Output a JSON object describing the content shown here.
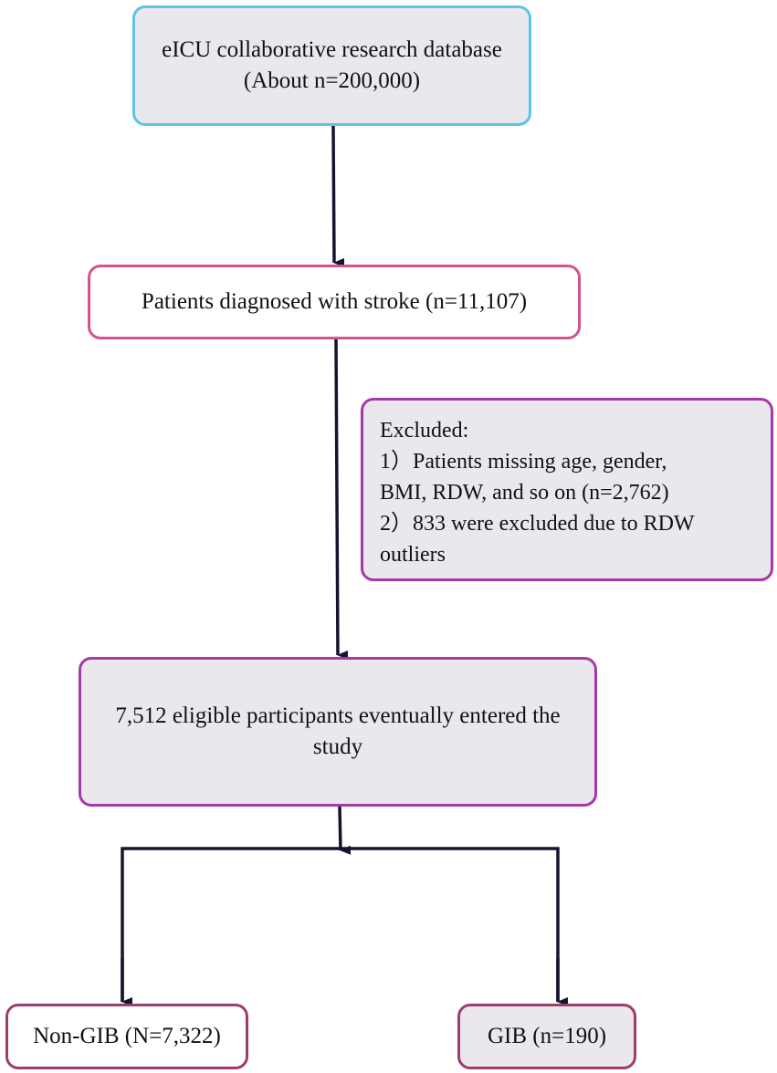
{
  "flowchart": {
    "source": {
      "line1": "eICU collaborative research database",
      "line2": "(About n=200,000)"
    },
    "stroke": {
      "text": "Patients diagnosed with stroke (n=11,107)"
    },
    "excluded": {
      "heading": "Excluded:",
      "item1": "1）Patients missing age, gender,",
      "item1_cont": "BMI, RDW, and so on (n=2,762)",
      "item2": "2）833 were excluded due to RDW",
      "item2_cont": "outliers"
    },
    "eligible": {
      "line1": "7,512 eligible participants eventually entered the",
      "line2": "study"
    },
    "non_gib": {
      "text": "Non-GIB (N=7,322)"
    },
    "gib": {
      "text": "GIB (n=190)"
    }
  },
  "colors": {
    "arrow": "#14142e",
    "source_border": "#5ec2ea",
    "stroke_border": "#d4538c",
    "excluded_border": "#a43aaa",
    "eligible_border": "#a43aaa",
    "outcome_border": "#9e3c6c",
    "box_fill": "#ebe8ed"
  }
}
